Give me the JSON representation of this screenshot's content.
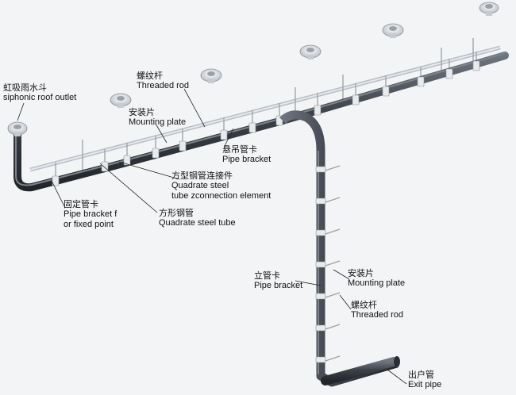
{
  "labels": {
    "siphonic_outlet": {
      "cn": "虹吸雨水斗",
      "en": "siphonic roof outlet"
    },
    "threaded_rod_top": {
      "cn": "螺纹杆",
      "en": "Threaded rod"
    },
    "mounting_plate_top": {
      "cn": "安装片",
      "en": "Mounting plate"
    },
    "pipe_bracket_hang": {
      "cn": "悬吊管卡",
      "en": "Pipe bracket"
    },
    "connection_element": {
      "cn": "方型钢管连接件",
      "en1": "Quadrate steel",
      "en2": "tube zconnection element"
    },
    "fixed_point_bracket": {
      "cn": "固定管卡",
      "en1": "Pipe bracket f",
      "en2": "or fixed point"
    },
    "quadrate_tube": {
      "cn": "方形钢管",
      "en": "Quadrate steel tube"
    },
    "riser_bracket": {
      "cn": "立管卡",
      "en": "Pipe bracket"
    },
    "mounting_plate_riser": {
      "cn": "安装片",
      "en": "Mounting plate"
    },
    "threaded_rod_riser": {
      "cn": "螺纹杆",
      "en": "Threaded rod"
    },
    "exit_pipe": {
      "cn": "出户管",
      "en": "Exit pipe"
    }
  },
  "colors": {
    "pipe": "#3c4148",
    "pipe_highlight": "#6e757e",
    "steel_tube": "#c9ced4",
    "rod": "#9aa1a8",
    "bracket": "#e8eaec",
    "outlet": "#dcdfe2",
    "leader": "#222222"
  }
}
